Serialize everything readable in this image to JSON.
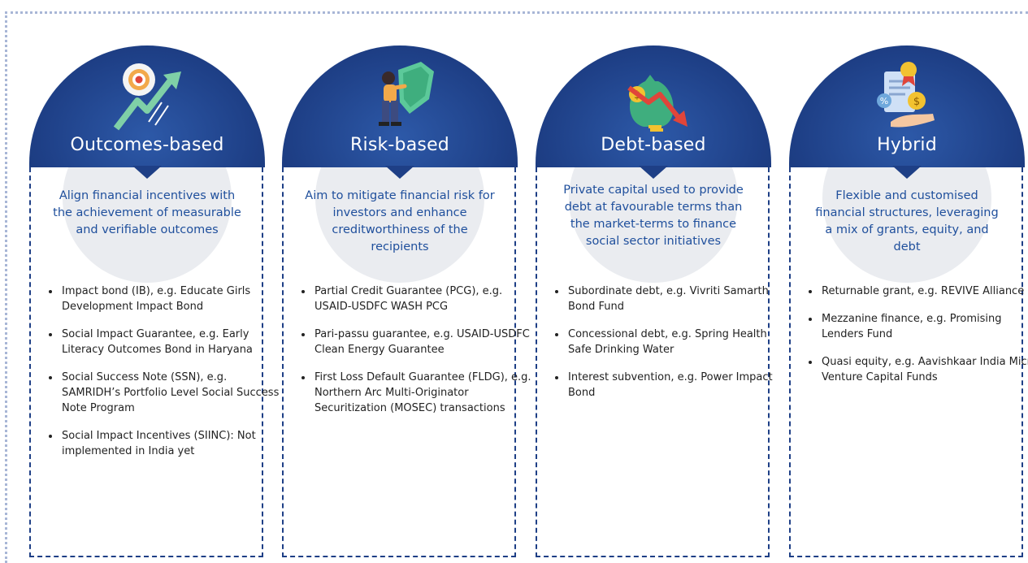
{
  "columns": [
    {
      "title": "Outcomes-based",
      "icon": "target-growth-arrow-icon",
      "description": "Align financial incentives with the achievement of measurable and verifiable outcomes",
      "bullets": [
        "Impact bond (IB), e.g. Educate Girls Development Impact Bond",
        "Social Impact Guarantee, e.g. Early Literacy Outcomes Bond in Haryana",
        "Social Success Note (SSN), e.g. SAMRIDH’s Portfolio Level Social Success Note Program",
        "Social Impact Incentives (SIINC): Not implemented in India yet"
      ]
    },
    {
      "title": "Risk-based",
      "icon": "person-shield-icon",
      "description": "Aim to mitigate financial risk for investors and enhance creditworthiness of the recipients",
      "bullets": [
        "Partial Credit Guarantee (PCG), e.g. USAID-USDFC WASH PCG",
        "Pari-passu guarantee, e.g. USAID-USDFC Clean Energy Guarantee",
        "First Loss Default Guarantee (FLDG), e.g. Northern Arc Multi-Originator Securitization (MOSEC) transactions"
      ]
    },
    {
      "title": "Debt-based",
      "icon": "money-bag-down-arrow-icon",
      "description": "Private capital used to provide debt at favourable terms than the market-terms to finance social sector initiatives",
      "bullets": [
        "Subordinate debt, e.g. Vivriti Samarth Bond Fund",
        "Concessional debt, e.g. Spring Health Safe Drinking Water",
        "Interest subvention, e.g. Power Impact Bond"
      ]
    },
    {
      "title": "Hybrid",
      "icon": "document-coins-hand-icon",
      "description": "Flexible and customised financial structures, leveraging a mix of grants, equity, and debt",
      "bullets": [
        "Returnable grant, e.g. REVIVE Alliance",
        "Mezzanine finance, e.g. Promising Lenders Fund",
        "Quasi equity, e.g. Aavishkaar India Micro Venture Capital Funds"
      ]
    }
  ]
}
